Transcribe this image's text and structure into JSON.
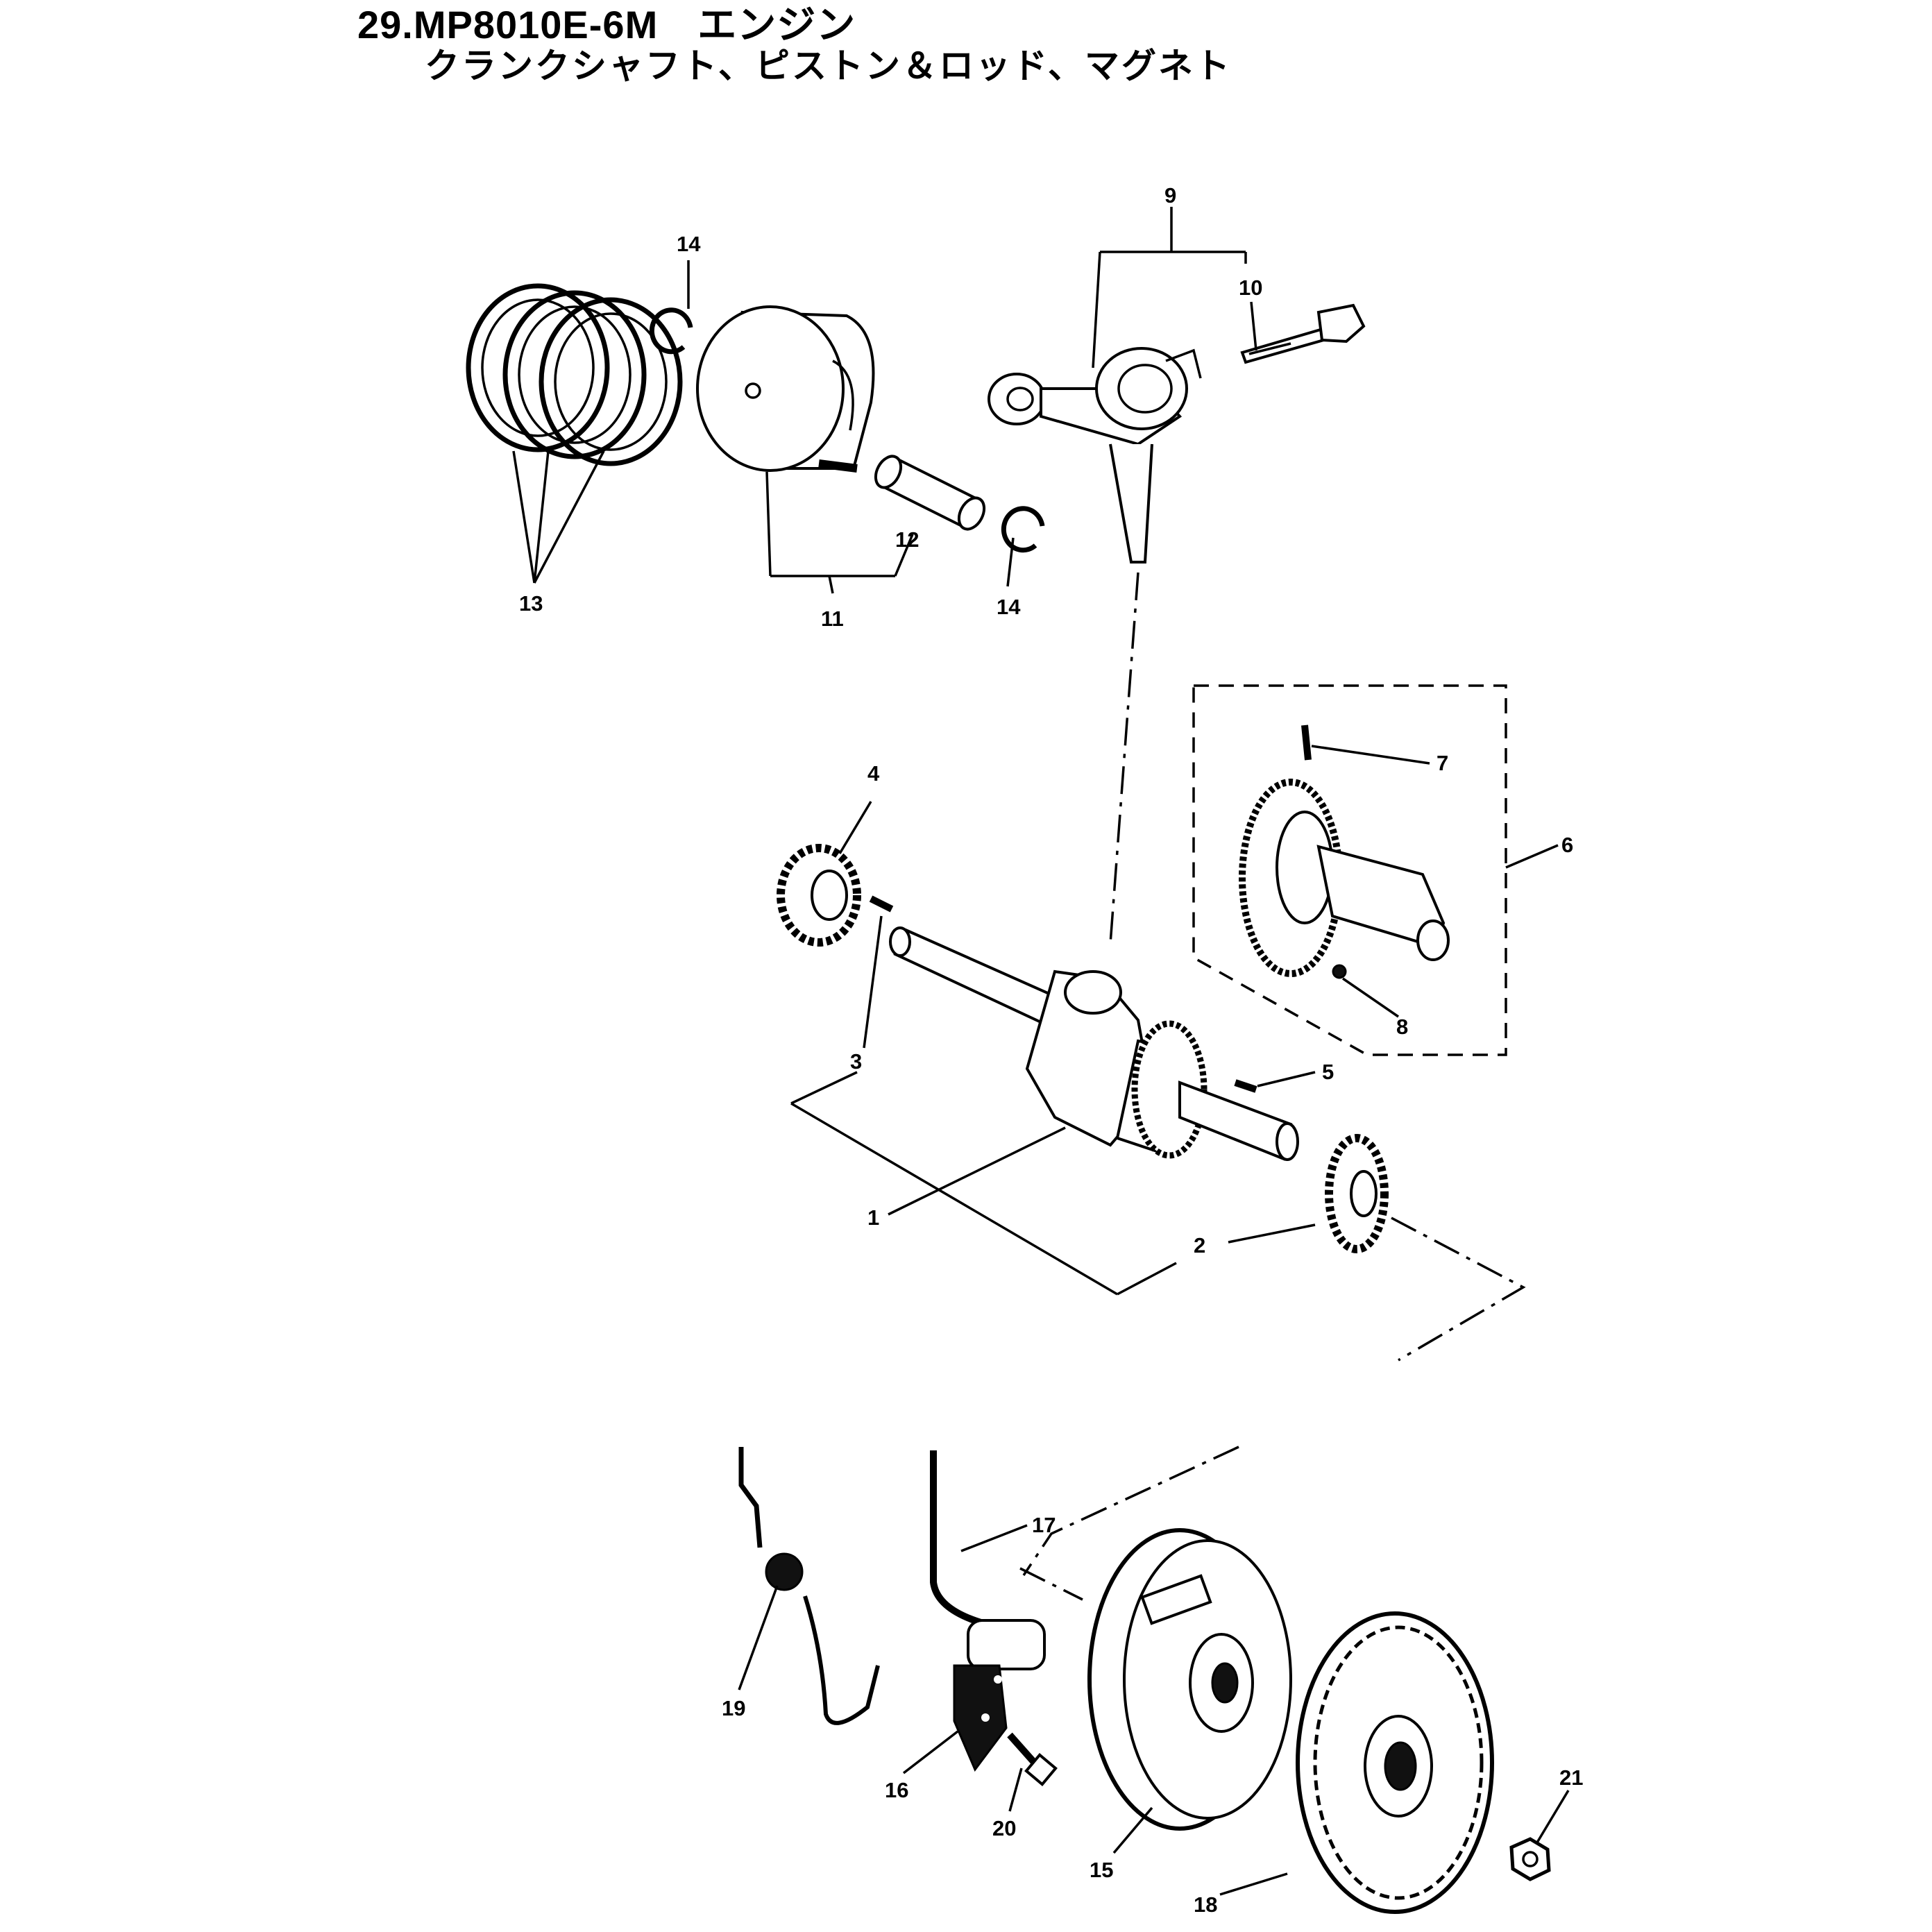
{
  "title": {
    "line1": "29.MP8010E-6M　エンジン",
    "line2": "クランクシャフト、ピストン＆ロッド、マグネト"
  },
  "callouts": [
    "1",
    "2",
    "3",
    "4",
    "5",
    "6",
    "7",
    "8",
    "9",
    "10",
    "11",
    "12",
    "13",
    "14",
    "14",
    "15",
    "16",
    "17",
    "18",
    "19",
    "20",
    "21"
  ]
}
